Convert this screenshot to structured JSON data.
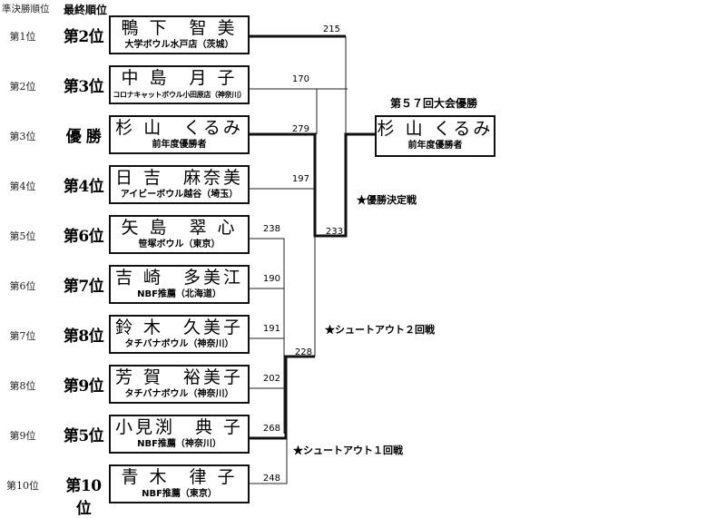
{
  "headers": {
    "semi_rank": "準決勝順位",
    "final_rank": "最終順位"
  },
  "players": [
    {
      "semi": "第1位",
      "final": "第2位",
      "name": "鴨 下　智 美",
      "affiliation": "大学ボウル水戸店（茨城）",
      "score": "215"
    },
    {
      "semi": "第2位",
      "final": "第3位",
      "name": "中 島　月 子",
      "affiliation": "コロナキャットボウル小田原店（神奈川）",
      "score": "170"
    },
    {
      "semi": "第3位",
      "final": "優 勝",
      "name": "杉 山　くるみ",
      "affiliation": "前年度優勝者",
      "score": "279"
    },
    {
      "semi": "第4位",
      "final": "第4位",
      "name": "日 吉　麻奈美",
      "affiliation": "アイビーボウル越谷（埼玉）",
      "score": "197"
    },
    {
      "semi": "第5位",
      "final": "第6位",
      "name": "矢 島　翠 心",
      "affiliation": "笹塚ボウル（東京）",
      "score": "238"
    },
    {
      "semi": "第6位",
      "final": "第7位",
      "name": "吉 崎　多美江",
      "affiliation": "NBF推薦（北海道）",
      "score": "190"
    },
    {
      "semi": "第7位",
      "final": "第8位",
      "name": "鈴 木　久美子",
      "affiliation": "タチバナボウル（神奈川）",
      "score": "191"
    },
    {
      "semi": "第8位",
      "final": "第9位",
      "name": "芳 賀　裕美子",
      "affiliation": "タチバナボウル（神奈川）",
      "score": "202"
    },
    {
      "semi": "第9位",
      "final": "第5位",
      "name": "小見渕　典 子",
      "affiliation": "NBF推薦（神奈川）",
      "score": "268"
    },
    {
      "semi": "第10位",
      "final": "第10位",
      "name": "青 木　律 子",
      "affiliation": "NBF推薦（東京）",
      "score": "248"
    }
  ],
  "round_scores": {
    "shootout2_winner": "228",
    "final_winner": "233"
  },
  "champion": {
    "title": "第５７回大会優勝",
    "name": "杉 山 くるみ",
    "affiliation": "前年度優勝者"
  },
  "notes": {
    "final_match": "★優勝決定戦",
    "shootout2": "★シュートアウト２回戦",
    "shootout1": "★シュートアウト１回戦"
  }
}
